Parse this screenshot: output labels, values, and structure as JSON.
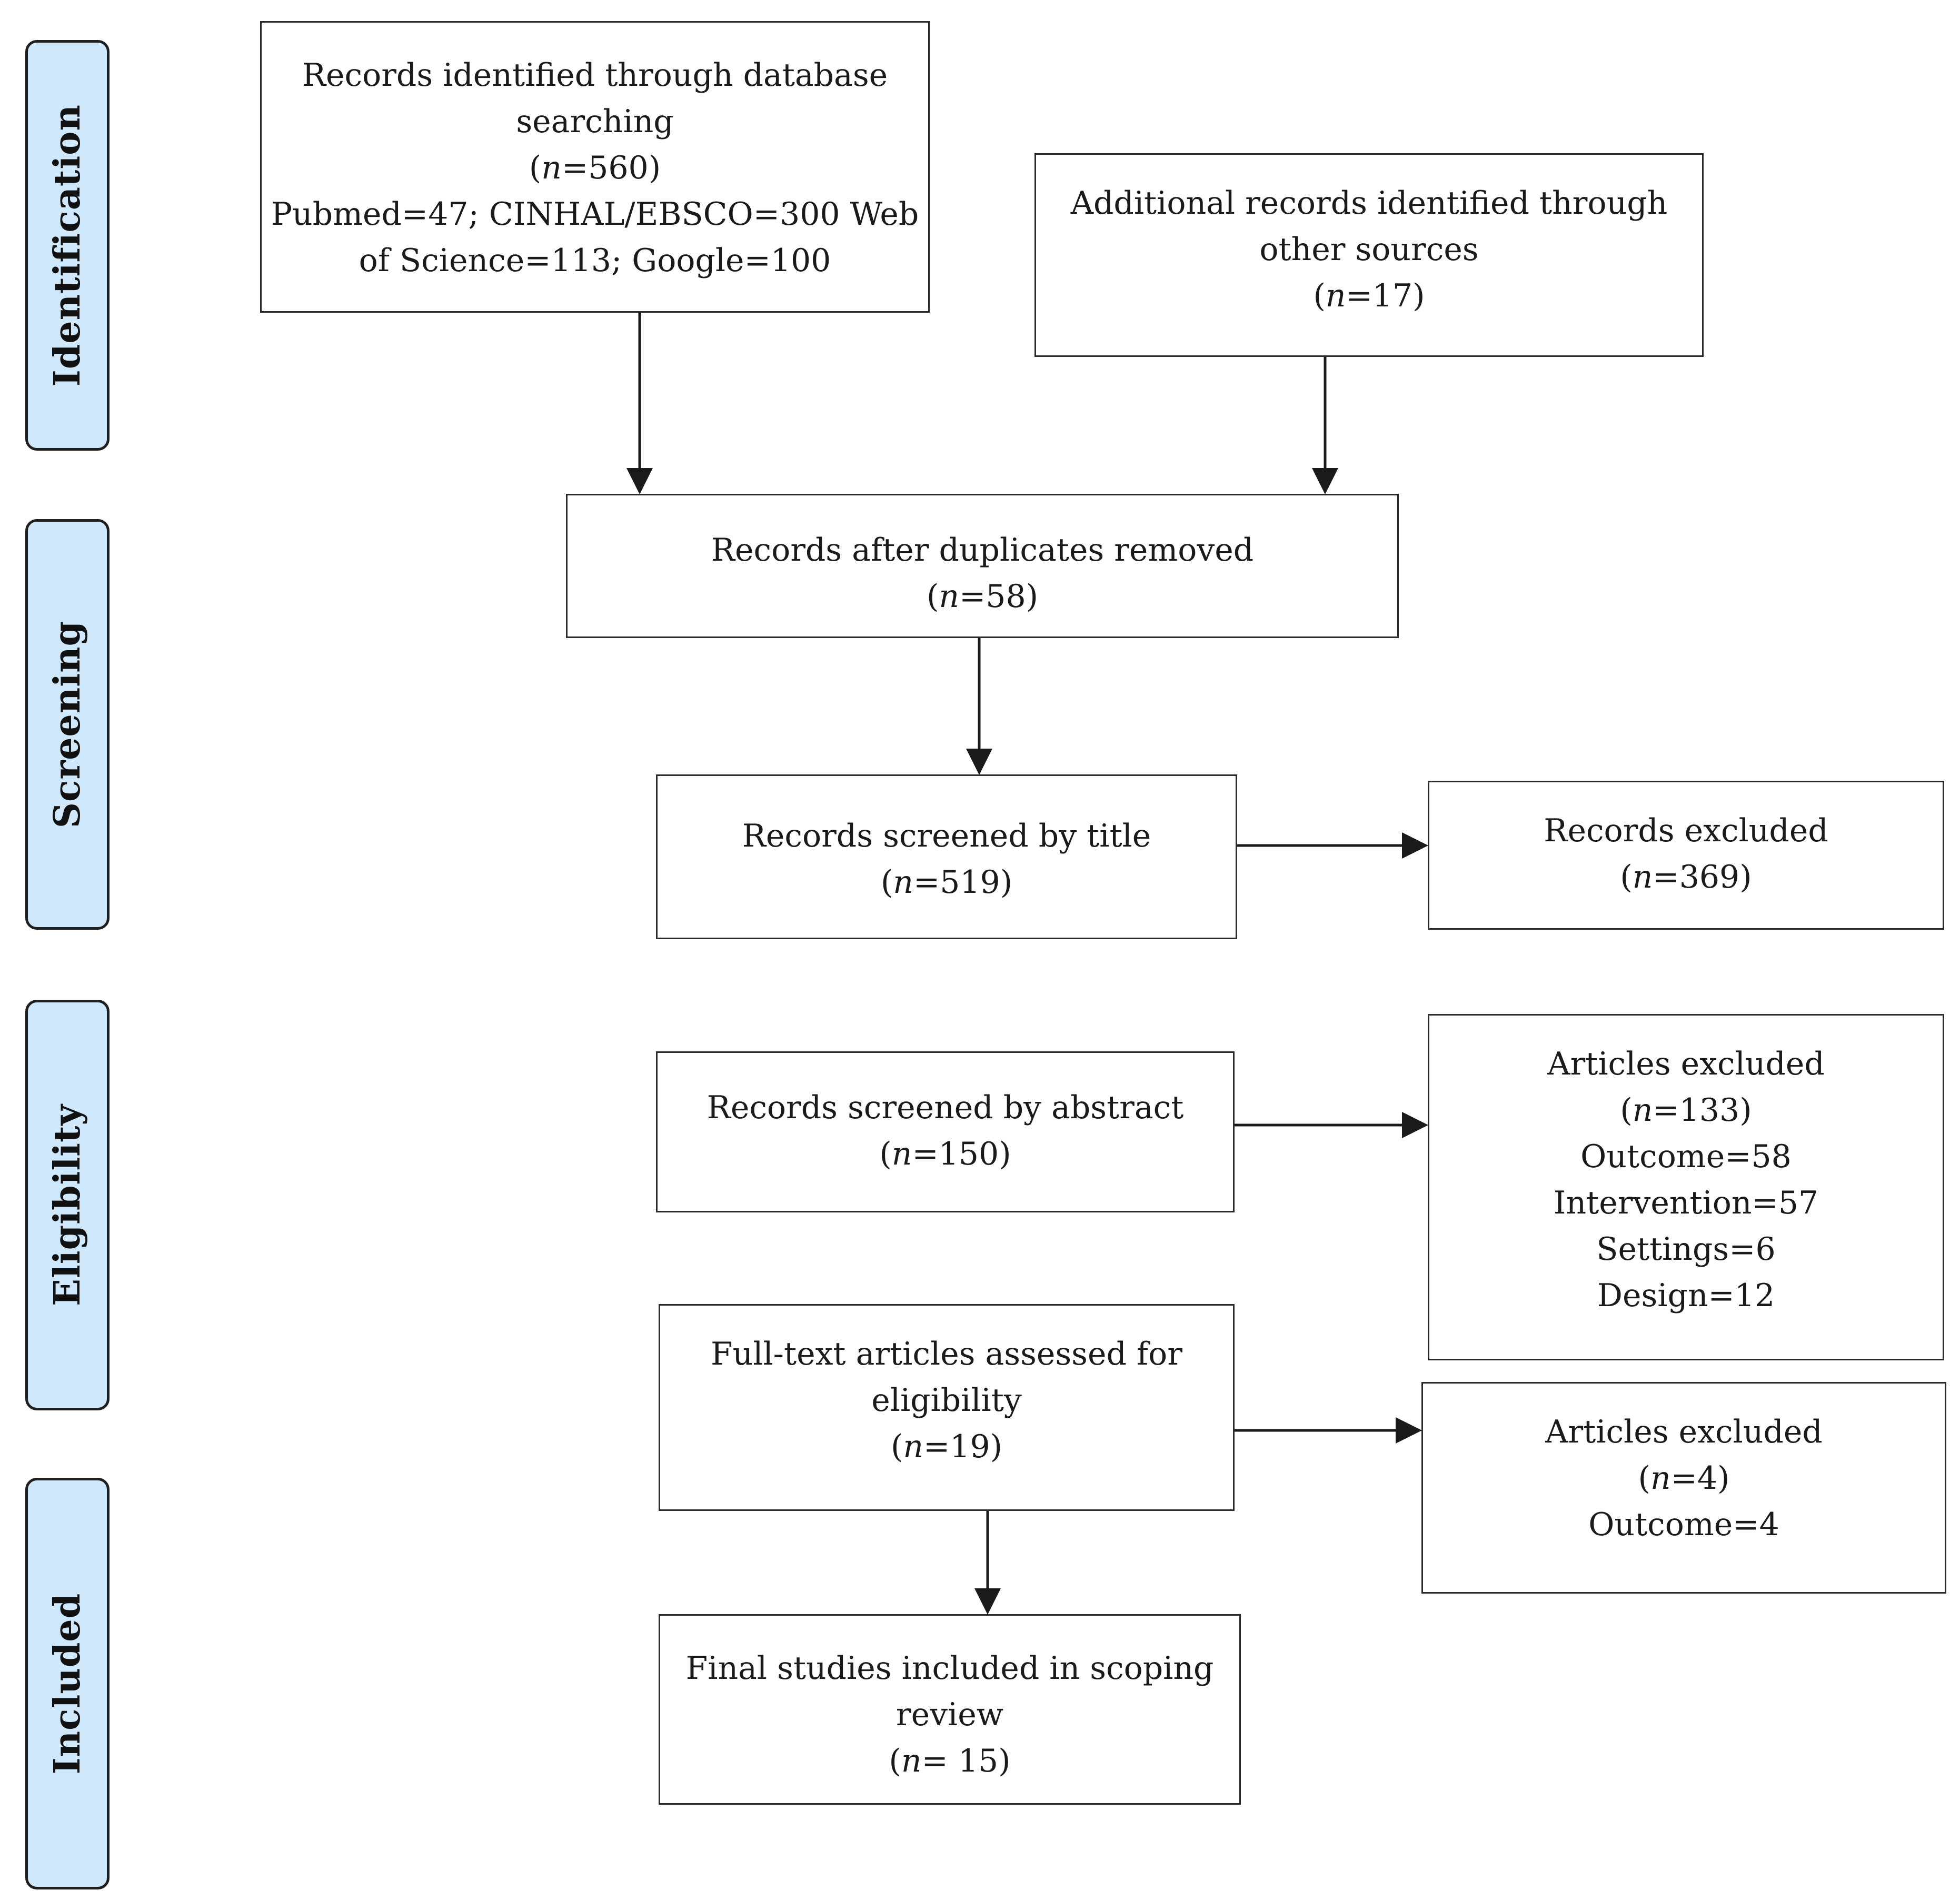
{
  "stages": {
    "identification": "Identification",
    "screening": "Screening",
    "eligibility": "Eligibility",
    "included": "Included"
  },
  "boxes": {
    "database_search": {
      "line1": "Records identified through database",
      "line2": "searching",
      "n_prefix": "(",
      "n_italic": "n",
      "n_value": "=560)",
      "line4": "Pubmed=47; CINHAL/EBSCO=300 Web",
      "line5": "of Science=113; Google=100"
    },
    "other_sources": {
      "line1": "Additional records identified through",
      "line2": "other sources",
      "n_prefix": "(",
      "n_italic": "n",
      "n_value": "=17)"
    },
    "duplicates_removed": {
      "line1": "Records after duplicates removed",
      "n_prefix": "(",
      "n_italic": "n",
      "n_value": "=58)"
    },
    "screened_title": {
      "line1": "Records screened by title",
      "n_prefix": "(",
      "n_italic": "n",
      "n_value": "=519)"
    },
    "records_excluded": {
      "line1": "Records excluded",
      "n_prefix": "(",
      "n_italic": "n",
      "n_value": "=369)"
    },
    "screened_abstract": {
      "line1": "Records screened by abstract",
      "n_prefix": "(",
      "n_italic": "n",
      "n_value": "=150)"
    },
    "articles_excluded_abstract": {
      "line1": "Articles excluded",
      "n_prefix": "(",
      "n_italic": "n",
      "n_value": "=133)",
      "line3": "Outcome=58",
      "line4": "Intervention=57",
      "line5": "Settings=6",
      "line6": "Design=12"
    },
    "full_text": {
      "line1": "Full-text articles assessed for",
      "line2": "eligibility",
      "n_prefix": "(",
      "n_italic": "n",
      "n_value": "=19)"
    },
    "articles_excluded_fulltext": {
      "line1": "Articles excluded",
      "n_prefix": "(",
      "n_italic": "n",
      "n_value": "=4)",
      "line3": "Outcome=4"
    },
    "final_included": {
      "line1": "Final studies included in scoping",
      "line2": "review",
      "n_prefix": "(",
      "n_italic": "n",
      "n_value": "= 15)"
    }
  }
}
